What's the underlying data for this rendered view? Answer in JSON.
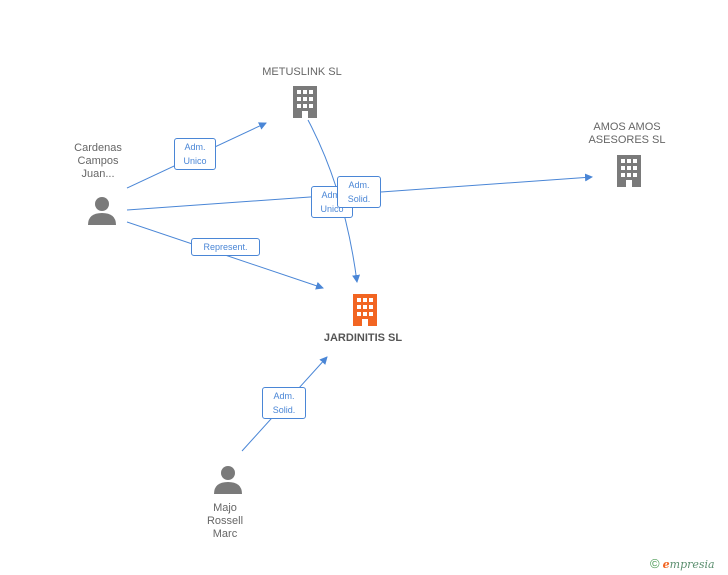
{
  "nodes": {
    "metuslink": {
      "label": "METUSLINK  SL"
    },
    "amos": {
      "label_lines": [
        "AMOS AMOS",
        "ASESORES SL"
      ]
    },
    "jardinitis": {
      "label": "JARDINITIS SL"
    },
    "cardenas": {
      "label_lines": [
        "Cardenas",
        "Campos",
        "Juan..."
      ]
    },
    "majo": {
      "label_lines": [
        "Majo",
        "Rossell",
        "Marc"
      ]
    }
  },
  "edges": {
    "cardenas_metuslink": [
      "Adm.",
      "Unico"
    ],
    "metuslink_jardinitis": [
      "Adm.",
      "Unico"
    ],
    "cardenas_amos": [
      "Adm.",
      "Solid."
    ],
    "cardenas_jardinitis": [
      "Represent."
    ],
    "majo_jardinitis": [
      "Adm.",
      "Solid."
    ]
  },
  "colors": {
    "edge": "#4a86d6",
    "company": "#7a7a7a",
    "main_company": "#f26522",
    "person": "#7a7a7a"
  },
  "footer": {
    "copyright": "©",
    "brand_initial": "e",
    "brand_rest": "mpresia"
  }
}
